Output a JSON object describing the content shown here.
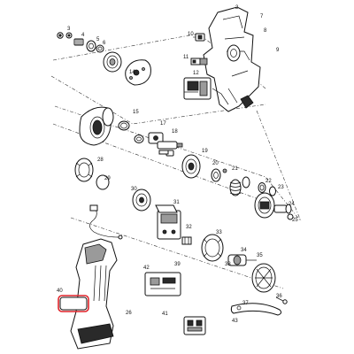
{
  "labels": {
    "p2": "2",
    "p3": "3",
    "p4": "4",
    "p5": "5",
    "p6": "6",
    "p7": "7",
    "p8": "8",
    "p9": "9",
    "p10": "10",
    "p11": "11",
    "p12": "12",
    "p14": "14",
    "p15": "15",
    "p17": "17",
    "p18": "18",
    "p19": "19",
    "p20": "20",
    "p21": "21",
    "p22": "22",
    "p23": "23",
    "p24": "24",
    "p25": "25",
    "p26": "26",
    "p28": "28",
    "p29": "29",
    "p30": "30",
    "p31": "31",
    "p32": "32",
    "p33": "33",
    "p34": "34",
    "p35": "35",
    "p36": "36",
    "p37": "37",
    "p38": "38",
    "p39": "39",
    "p40": "40",
    "p41": "41",
    "p42": "42",
    "p43": "43"
  },
  "highlight": {
    "part": "40",
    "color": "#e0242a"
  }
}
